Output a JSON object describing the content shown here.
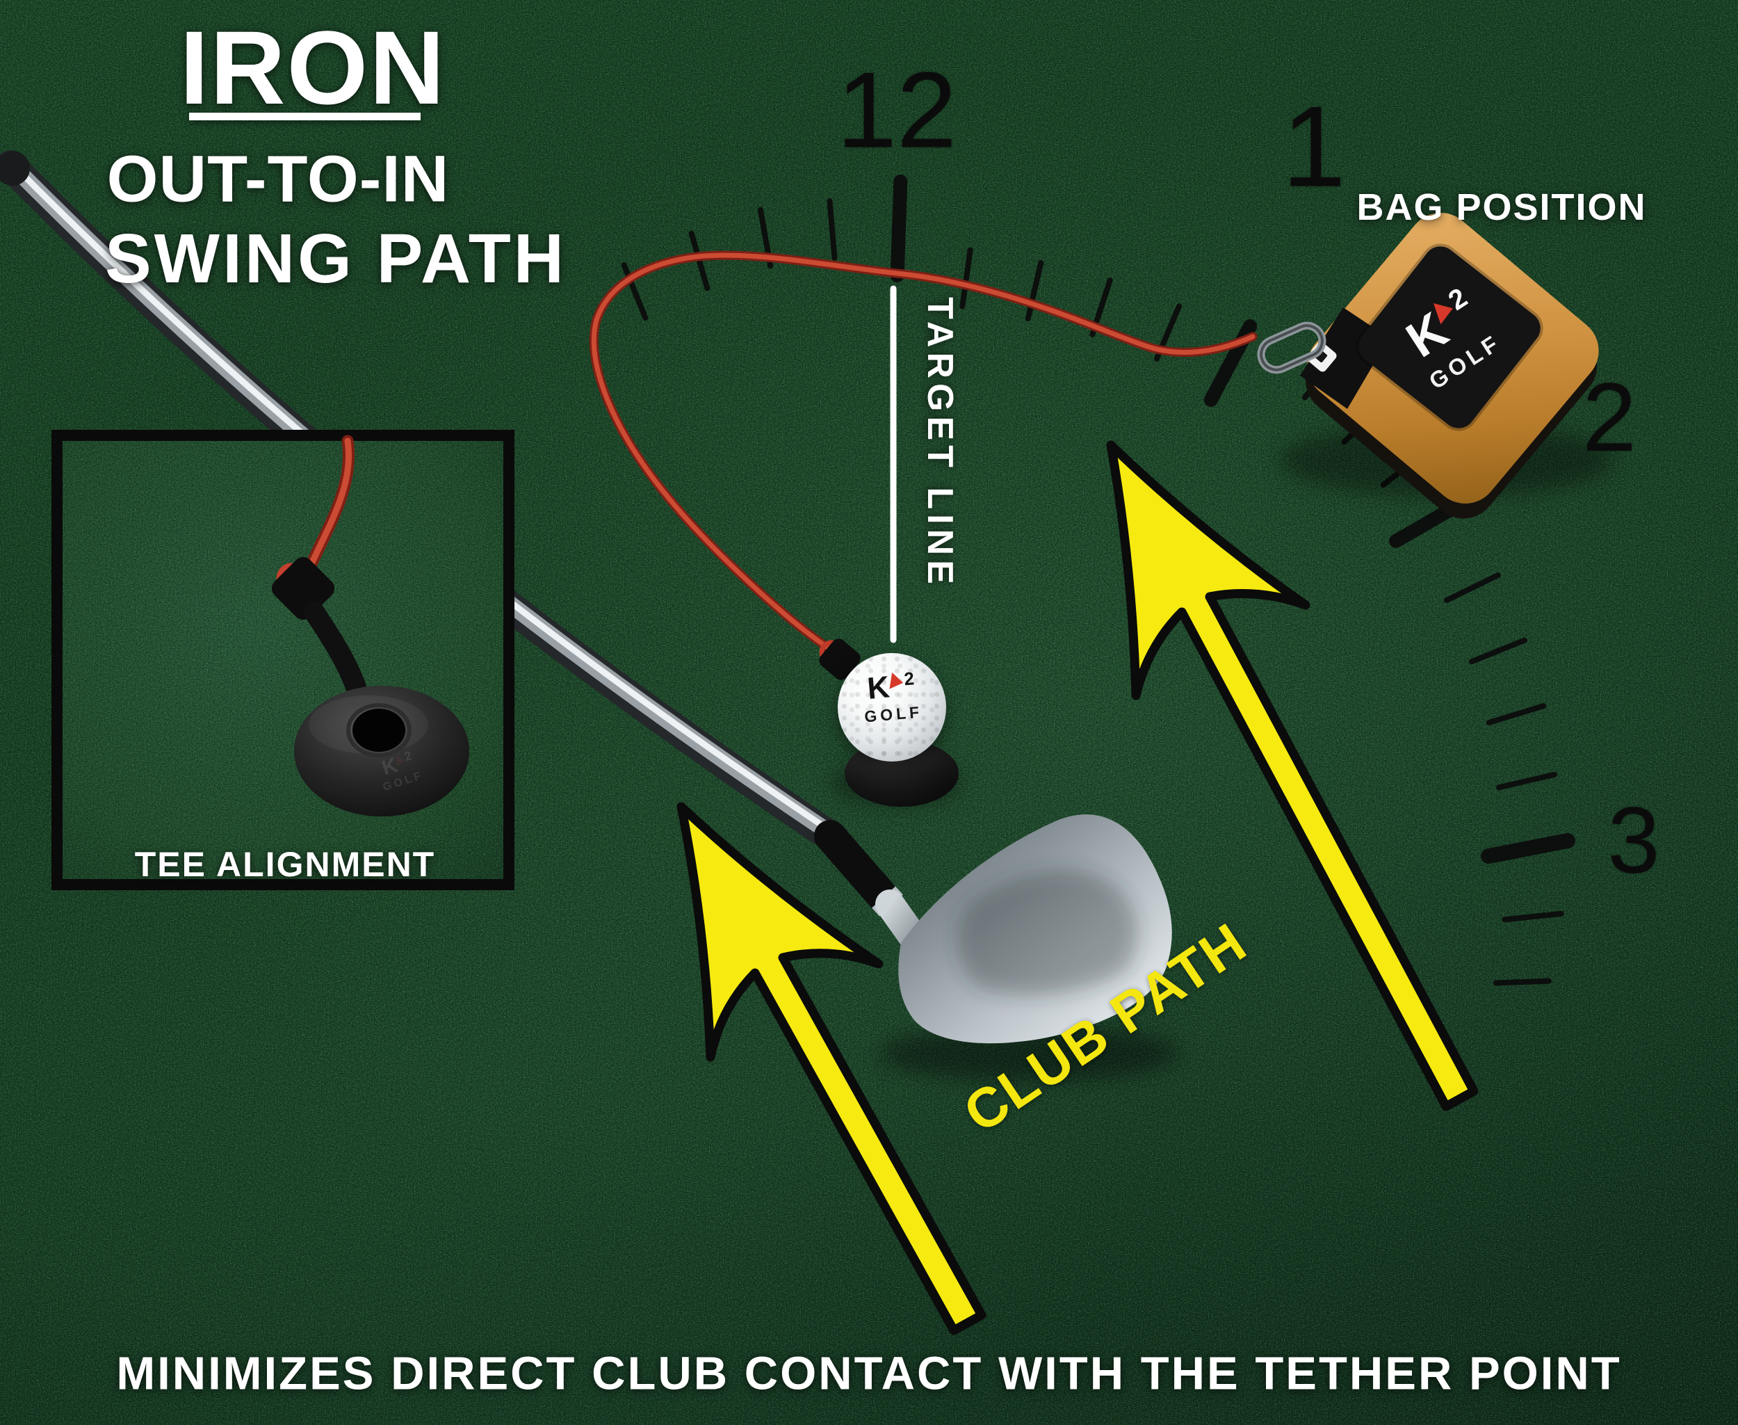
{
  "title": {
    "line1": "IRON",
    "line2": "OUT-TO-IN",
    "line3": "SWING PATH"
  },
  "clock": {
    "n12": "12",
    "n1": "1",
    "n2": "2",
    "n3": "3"
  },
  "labels": {
    "bag_position": "BAG POSITION",
    "target_line": "TARGET LINE",
    "tee_alignment": "TEE ALIGNMENT",
    "club_path": "CLUB PATH"
  },
  "caption": "MINIMIZES DIRECT CLUB CONTACT WITH THE TETHER POINT",
  "brand": {
    "k": "K",
    "sup": "2",
    "golf": "GOLF"
  },
  "colors": {
    "turf_green": "#1b4226",
    "accent_yellow": "#f4e70f",
    "cord_red": "#c04030",
    "bag_orange": "#cf9240",
    "text_white": "#ffffff",
    "mark_black": "#0b0b0b"
  }
}
